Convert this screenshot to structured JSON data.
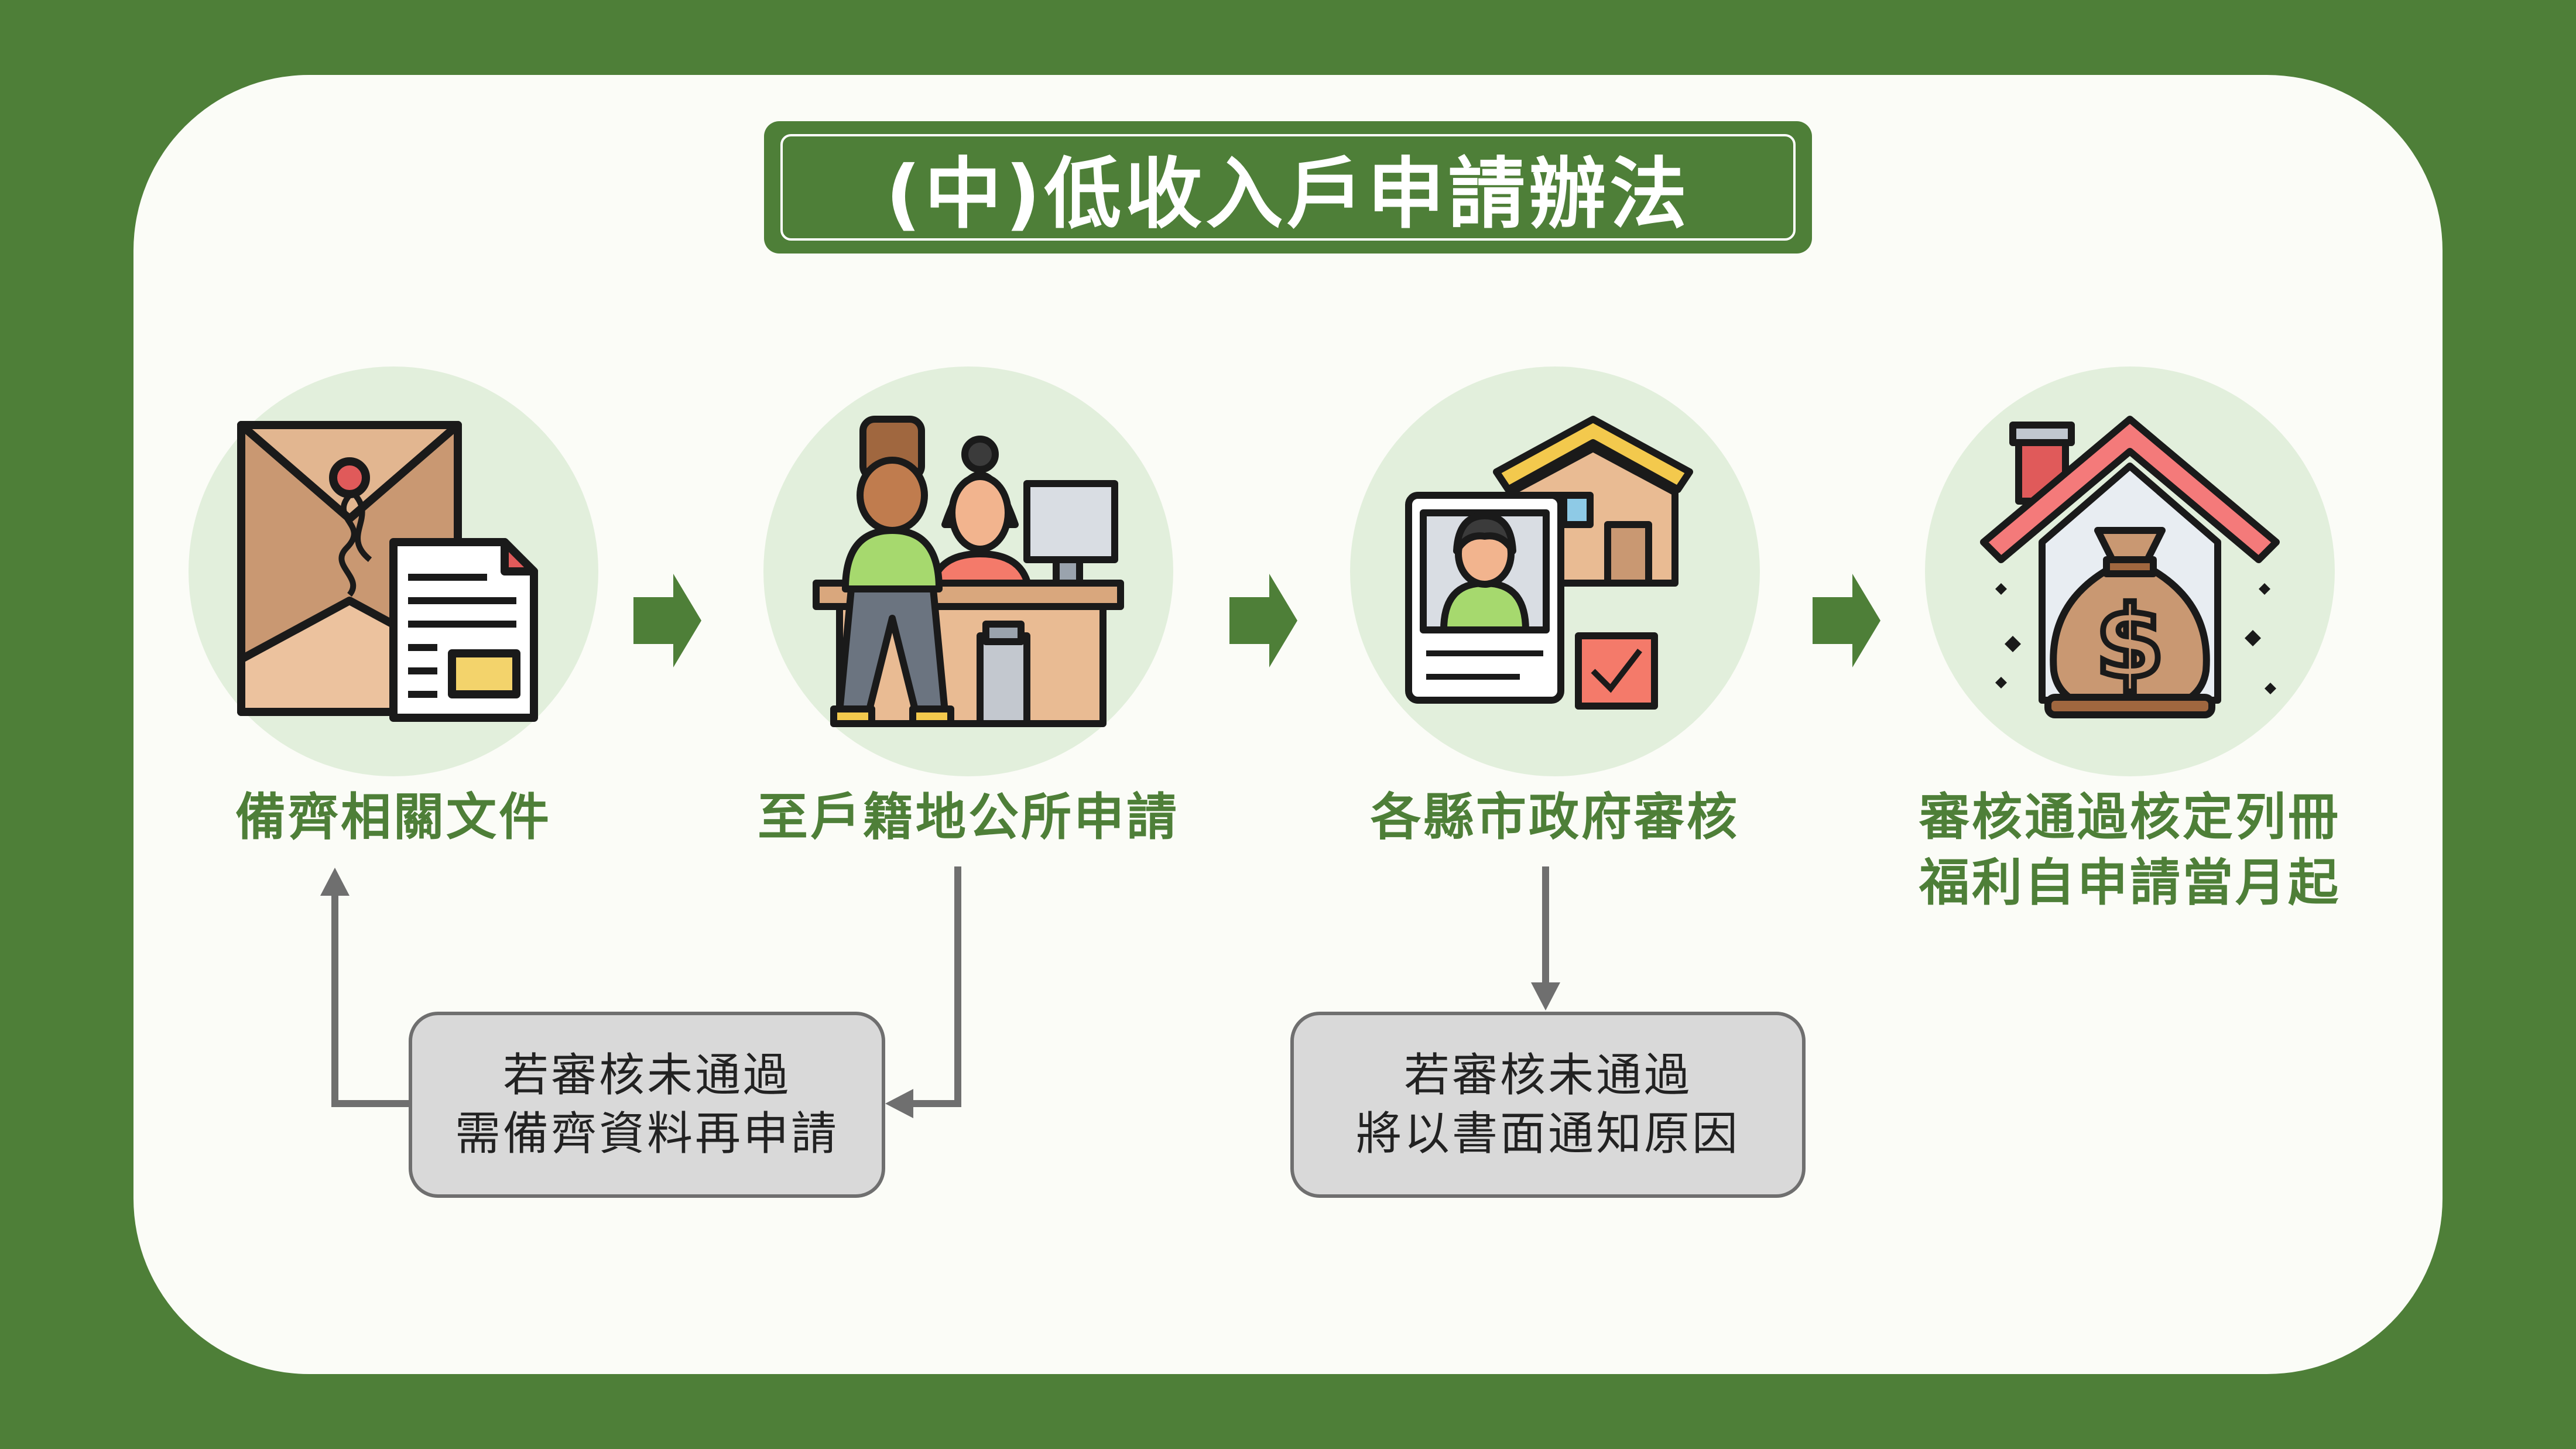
{
  "title": "(中)低收入戶申請辦法",
  "steps": [
    {
      "label_lines": [
        "備齊相關文件"
      ],
      "icon": "document-envelope-icon"
    },
    {
      "label_lines": [
        "至戶籍地公所申請"
      ],
      "icon": "office-counter-icon"
    },
    {
      "label_lines": [
        "各縣市政府審核"
      ],
      "icon": "id-card-house-icon"
    },
    {
      "label_lines": [
        "審核通過核定列冊",
        "福利自申請當月起"
      ],
      "icon": "house-money-bag-icon"
    }
  ],
  "notes": [
    {
      "lines": [
        "若審核未通過",
        "需備齊資料再申請"
      ]
    },
    {
      "lines": [
        "若審核未通過",
        "將以書面通知原因"
      ]
    }
  ],
  "colors": {
    "background": "#4e7f38",
    "card": "#fbfcf7",
    "accent": "#4e7f38",
    "circle": "#e2efdc",
    "note_fill": "#d9d9d9",
    "note_border": "#6f6f6f"
  }
}
